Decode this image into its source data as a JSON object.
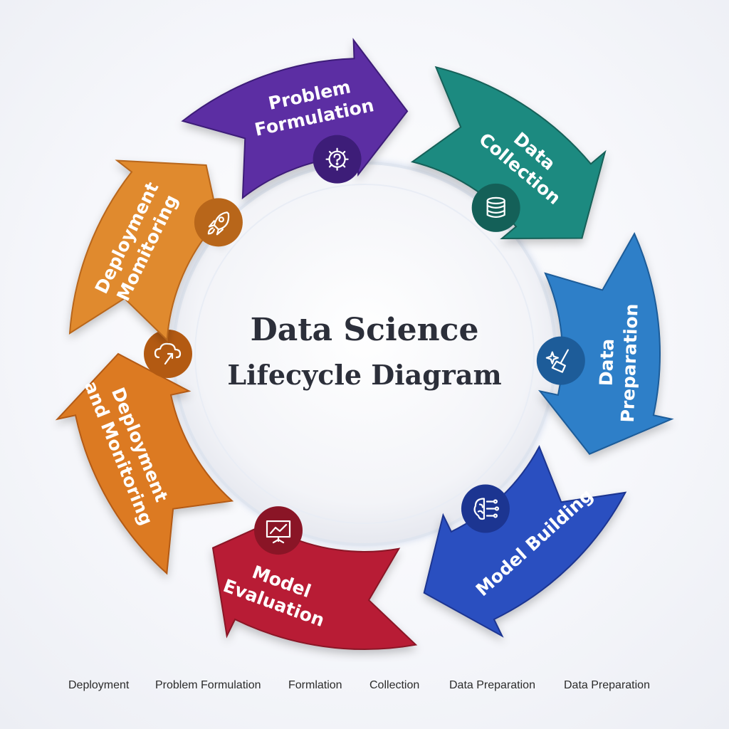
{
  "center": {
    "title_line1": "Data Science",
    "title_line2": "Lifecycle Diagram"
  },
  "segments": [
    {
      "id": "problem-formulation",
      "lines": [
        "Problem",
        "Formulation"
      ],
      "color": "#5b2fa3",
      "color_dark": "#3d1d78",
      "icon": "gear-question-icon"
    },
    {
      "id": "data-collection",
      "lines": [
        "Data",
        "Collection"
      ],
      "color": "#1f8a80",
      "color_dark": "#146058",
      "icon": "database-icon"
    },
    {
      "id": "data-preparation",
      "lines": [
        "Data",
        "Preparation"
      ],
      "color": "#2f7fc8",
      "color_dark": "#1d5c99",
      "icon": "broom-sparkle-icon"
    },
    {
      "id": "model-building",
      "lines": [
        "Model Building"
      ],
      "color": "#2c4fc0",
      "color_dark": "#1c3591",
      "icon": "brain-circuit-icon"
    },
    {
      "id": "model-evaluation",
      "lines": [
        "Model",
        "Evaluation"
      ],
      "color": "#b81f35",
      "color_dark": "#8a1526",
      "icon": "presentation-chart-icon"
    },
    {
      "id": "deployment-and-monitoring",
      "lines": [
        "Deployment",
        "and Monitoring"
      ],
      "color": "#dc7a23",
      "color_dark": "#b35a12",
      "icon": "cloud-upload-icon"
    },
    {
      "id": "deployment-monitoring",
      "lines": [
        "Deployment",
        "Momitoring"
      ],
      "color": "#e08a2e",
      "color_dark": "#b8661a",
      "icon": "rocket-icon"
    }
  ],
  "footer": [
    "Deployment",
    "Problem Formulation",
    "Formlation",
    "Collection",
    "Data Preparation",
    "Data Preparation"
  ]
}
